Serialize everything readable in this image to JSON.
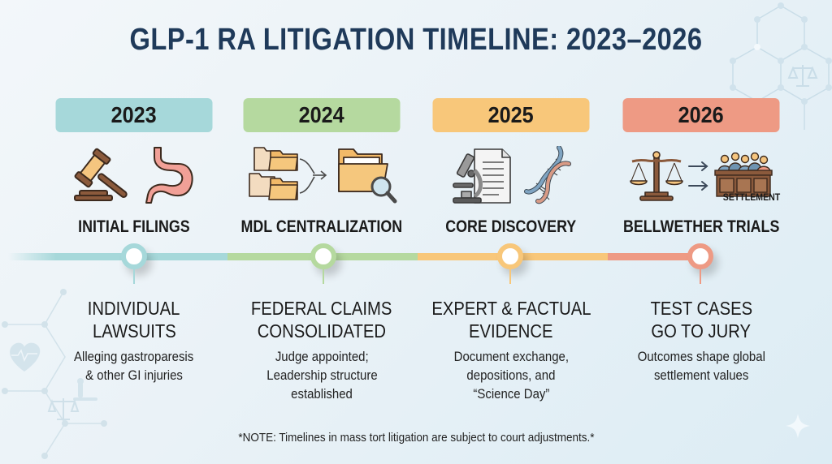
{
  "title": "GLP-1 RA LITIGATION TIMELINE: 2023–2026",
  "colors": {
    "title": "#1f3a5a",
    "y2023": "#a6d8da",
    "y2024": "#b5d99f",
    "y2025": "#f8c77a",
    "y2026": "#ee9a84"
  },
  "phases": [
    {
      "year": "2023",
      "phase": "INITIAL FILINGS",
      "headline_line1": "INDIVIDUAL",
      "headline_line2": "LAWSUITS",
      "desc_line1": "Alleging gastroparesis",
      "desc_line2": "& other GI injuries",
      "desc_line3": "",
      "icons": [
        "gavel-icon",
        "stomach-icon"
      ]
    },
    {
      "year": "2024",
      "phase": "MDL CENTRALIZATION",
      "headline_line1": "FEDERAL CLAIMS",
      "headline_line2": "CONSOLIDATED",
      "desc_line1": "Judge appointed;",
      "desc_line2": "Leadership structure",
      "desc_line3": "established",
      "icons": [
        "folders-merge-icon",
        "folder-search-icon"
      ]
    },
    {
      "year": "2025",
      "phase": "CORE DISCOVERY",
      "headline_line1": "EXPERT & FACTUAL",
      "headline_line2": "EVIDENCE",
      "desc_line1": "Document exchange,",
      "desc_line2": "depositions, and",
      "desc_line3": "“Science Day”",
      "icons": [
        "microscope-document-icon",
        "dna-icon"
      ]
    },
    {
      "year": "2026",
      "phase": "BELLWETHER TRIALS",
      "headline_line1": "TEST CASES",
      "headline_line2": "GO TO JURY",
      "desc_line1": "Outcomes shape global",
      "desc_line2": "settlement values",
      "desc_line3": "",
      "icons": [
        "scales-icon",
        "jury-box-icon"
      ],
      "icon_label": "SETTLEMENT"
    }
  ],
  "note": "*NOTE: Timelines in mass tort litigation are subject to court adjustments.*"
}
